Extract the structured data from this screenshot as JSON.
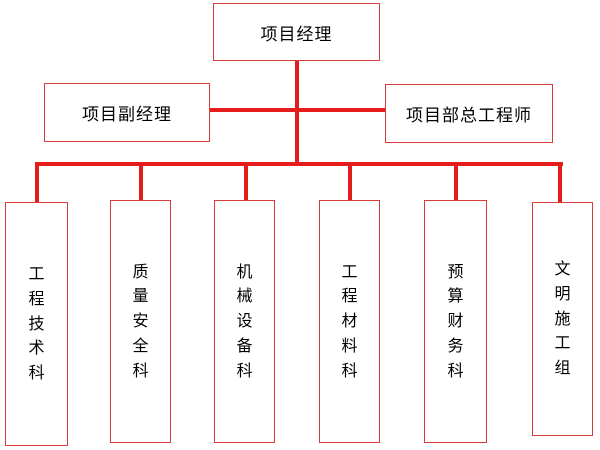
{
  "colors": {
    "connector": "#e41c1c",
    "box_border": "#d93a3a"
  },
  "top": {
    "label": "项目经理"
  },
  "deputies": {
    "left": "项目副经理",
    "right": "项目部总工程师"
  },
  "departments": [
    {
      "label": "工程技术科"
    },
    {
      "label": "质量安全科"
    },
    {
      "label": "机械设备科"
    },
    {
      "label": "工程材料科"
    },
    {
      "label": "预算财务科"
    },
    {
      "label": "文明施工组"
    }
  ]
}
